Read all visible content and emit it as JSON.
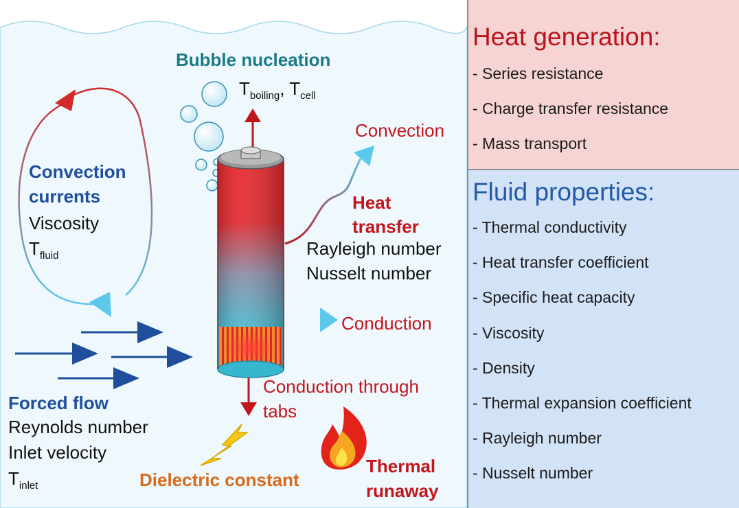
{
  "diagram": {
    "bubble_label": "Bubble nucleation",
    "t_boiling": {
      "base": "T",
      "sub": "boiling",
      "sep": ",",
      "sub2": "cell"
    },
    "convection_currents": [
      "Convection",
      "currents"
    ],
    "viscosity": "Viscosity",
    "t_fluid": {
      "base": "T",
      "sub": "fluid"
    },
    "convection": "Convection",
    "heat_transfer": [
      "Heat",
      "transfer"
    ],
    "rayleigh": "Rayleigh number",
    "nusselt": "Nusselt number",
    "conduction": "Conduction",
    "conduction_tabs": [
      "Conduction through",
      "tabs"
    ],
    "forced_flow": "Forced flow",
    "reynolds": "Reynolds number",
    "inlet_velocity": "Inlet velocity",
    "t_inlet": {
      "base": "T",
      "sub": "inlet"
    },
    "dielectric": "Dielectric constant",
    "thermal_runaway": [
      "Thermal",
      "runaway"
    ]
  },
  "heat_panel": {
    "title": "Heat generation:",
    "items": [
      "- Series resistance",
      "- Charge transfer resistance",
      "- Mass transport"
    ]
  },
  "fluid_panel": {
    "title": "Fluid properties:",
    "items": [
      "- Thermal conductivity",
      "- Heat transfer coefficient",
      "- Specific heat capacity",
      "- Viscosity",
      "- Density",
      "- Thermal expansion coefficient",
      "- Rayleigh number",
      "- Nusselt number"
    ]
  },
  "colors": {
    "red": "#c2161c",
    "blue": "#1f4e9c",
    "teal": "#1a7a86",
    "cyan": "#5bc8ec",
    "orange": "#d86a1a",
    "heat_panel_bg": "#f7d4d4",
    "fluid_panel_bg": "#d3e3f7"
  }
}
